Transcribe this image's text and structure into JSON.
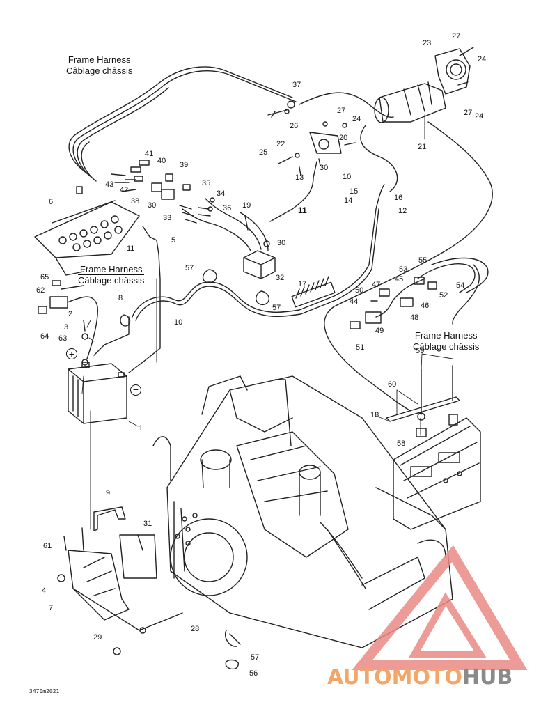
{
  "harness_labels": [
    {
      "en": "Frame Harness",
      "fr": "Câblage châssis"
    },
    {
      "en": "Frame Harness",
      "fr": "Câblage châssis"
    },
    {
      "en": "Frame Harness",
      "fr": "Câblage châssis"
    }
  ],
  "part_numbers": [
    "1",
    "2",
    "3",
    "4",
    "5",
    "6",
    "7",
    "8",
    "9",
    "10",
    "10",
    "11",
    "11",
    "12",
    "13",
    "14",
    "15",
    "16",
    "17",
    "18",
    "19",
    "20",
    "21",
    "22",
    "23",
    "24",
    "24",
    "24",
    "25",
    "26",
    "27",
    "27",
    "27",
    "28",
    "29",
    "30",
    "30",
    "30",
    "31",
    "32",
    "33",
    "34",
    "35",
    "36",
    "37",
    "38",
    "39",
    "40",
    "41",
    "42",
    "43",
    "44",
    "45",
    "46",
    "47",
    "48",
    "49",
    "50",
    "51",
    "52",
    "53",
    "54",
    "55",
    "56",
    "57",
    "57",
    "57",
    "58",
    "59",
    "60",
    "61",
    "62",
    "63",
    "64",
    "65"
  ],
  "polarity": {
    "plus": "+",
    "minus": "−"
  },
  "drawing_code": "3470m2021",
  "watermark": {
    "part1": "AUTOMOTO",
    "part2": "HUB"
  },
  "colors": {
    "line": "#222222",
    "watermark_orange": "#f2a66a",
    "watermark_red": "#e98a85",
    "watermark_gray": "#8a8a8a"
  }
}
